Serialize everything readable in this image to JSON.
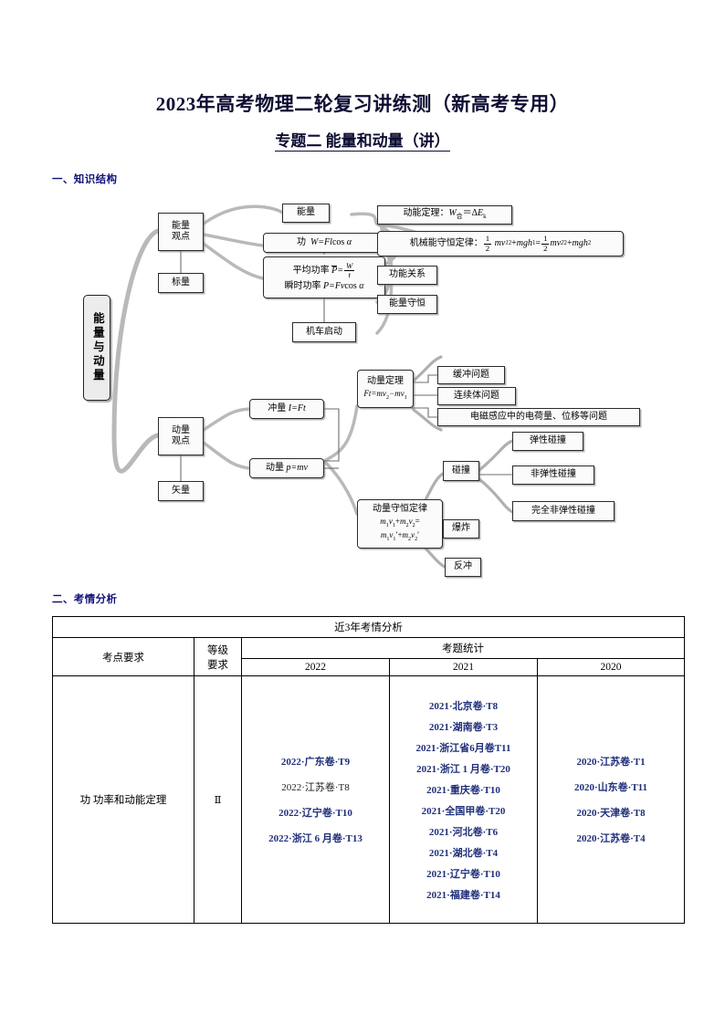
{
  "document": {
    "title": "2023年高考物理二轮复习讲练测（新高考专用）",
    "subtitle": "专题二  能量和动量（讲）"
  },
  "sections": {
    "knowledge_structure": "一、知识结构",
    "exam_analysis": "二、考情分析"
  },
  "colors": {
    "heading": "#11117a",
    "title": "#0d0d33",
    "entry_blue": "#1f2f7a",
    "node_border": "#2a2a2a",
    "link_gray": "#b8b8b8"
  },
  "mindmap": {
    "root": "能量与动量",
    "energy_branch": {
      "label": "能量观点",
      "scalar": "标量",
      "energy": "能量",
      "work": "功 W=Flcos α",
      "avg_power": "平均功率 P̄=W/t",
      "inst_power": "瞬时功率 P=Fvcos α",
      "engine_start": "机车启动",
      "kinetic_theorem": "动能定理：W合＝ΔEk",
      "mech_energy": "机械能守恒定律：1/2 mv1²+mgh1=1/2 mv2²+mgh2",
      "work_energy_rel": "功能关系",
      "energy_conservation": "能量守恒"
    },
    "momentum_branch": {
      "label": "动量观点",
      "vector": "矢量",
      "impulse": "冲量 I=Ft",
      "momentum": "动量 p=mv",
      "momentum_theorem_title": "动量定理",
      "momentum_theorem_formula": "Ft=mv2−mv1",
      "buffer_problem": "缓冲问题",
      "continuum_problem": "连续体问题",
      "em_induction_problem": "电磁感应中的电荷量、位移等问题",
      "conservation_title": "动量守恒定律",
      "conservation_line1": "m1v1+m2v2=",
      "conservation_line2": "m1v1′+m2v2′",
      "collision": "碰撞",
      "explosion": "爆炸",
      "recoil": "反冲",
      "elastic": "弹性碰撞",
      "inelastic": "非弹性碰撞",
      "perfectly_inelastic": "完全非弹性碰撞"
    }
  },
  "table": {
    "title": "近3年考情分析",
    "col_kaodian": "考点要求",
    "col_level_line1": "等级",
    "col_level_line2": "要求",
    "col_stats": "考题统计",
    "years": [
      "2022",
      "2021",
      "2020"
    ],
    "rows": [
      {
        "kaodian": "功  功率和动能定理",
        "level": "Ⅱ",
        "y2022": [
          "2022·广东卷·T9",
          "2022·江苏卷·T8",
          "2022·辽宁卷·T10",
          "2022·浙江 6 月卷·T13"
        ],
        "y2021": [
          "2021·北京卷·T8",
          "2021·湖南卷·T3",
          "2021·浙江省6月卷T11",
          "2021·浙江 1 月卷·T20",
          "2021·重庆卷·T10",
          "2021·全国甲卷·T20",
          "2021·河北卷·T6",
          "2021·湖北卷·T4",
          "2021·辽宁卷·T10",
          "2021·福建卷·T14"
        ],
        "y2020": [
          "2020·江苏卷·T1",
          "2020·山东卷·T11",
          "2020·天津卷·T8",
          "2020·江苏卷·T4"
        ]
      }
    ]
  }
}
